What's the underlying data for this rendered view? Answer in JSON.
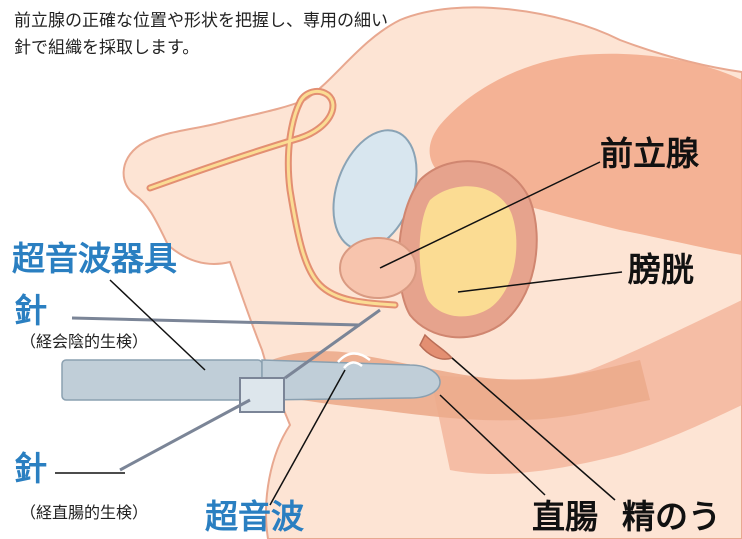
{
  "caption": {
    "line1": "前立腺の正確な位置や形状を把握し、専用の細い",
    "line2": "針で組織を採取します。"
  },
  "labels": {
    "prostate": "前立腺",
    "bladder": "膀胱",
    "rectum": "直腸",
    "seminal_vesicle": "精のう",
    "ultrasound_device": "超音波器具",
    "ultrasound": "超音波",
    "needle_perineal": "針",
    "needle_perineal_note": "（経会陰的生検）",
    "needle_rectal": "針",
    "needle_rectal_note": "（経直腸的生検）"
  },
  "colors": {
    "skin": "#fde4d4",
    "skin_outline": "#e8a890",
    "tissue": "#f2a98a",
    "tissue_dark": "#e38f72",
    "prostate": "#f7c4ad",
    "bladder_wall": "#e6a38d",
    "bladder_inner": "#fbdc93",
    "bone": "#d8e6ef",
    "rectum": "#ecab8c",
    "probe": "#c0ced8",
    "needle": "#7b8597",
    "label_blue": "#2a7fc1"
  }
}
